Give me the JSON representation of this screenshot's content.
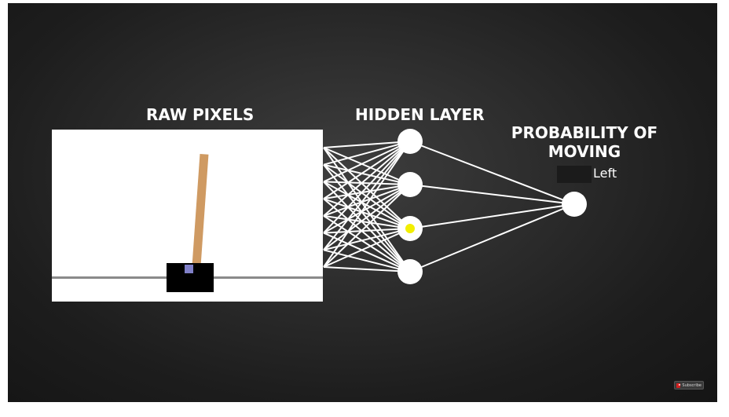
{
  "headings": {
    "raw_pixels": "RAW PIXELS",
    "hidden_layer": "HIDDEN LAYER",
    "probability_line1": "PROBABILITY OF",
    "probability_line2": "MOVING"
  },
  "output": {
    "label": "Left"
  },
  "network": {
    "input_count": 8,
    "hidden_count": 4,
    "active_hidden_index": 2,
    "output_count": 1
  },
  "subscribe": {
    "label": "Subscribe"
  },
  "colors": {
    "background": "#1f1f1f",
    "node": "#ffffff",
    "edge": "#ffffff",
    "active_node_center": "#f2ee00",
    "pole": "#cf9a62",
    "cart": "#000000",
    "axle": "#8080c8",
    "track": "#8a8a8a",
    "subscribe_red": "#d32020"
  },
  "icons": {
    "subscribe": "youtube-subscribe-icon"
  }
}
